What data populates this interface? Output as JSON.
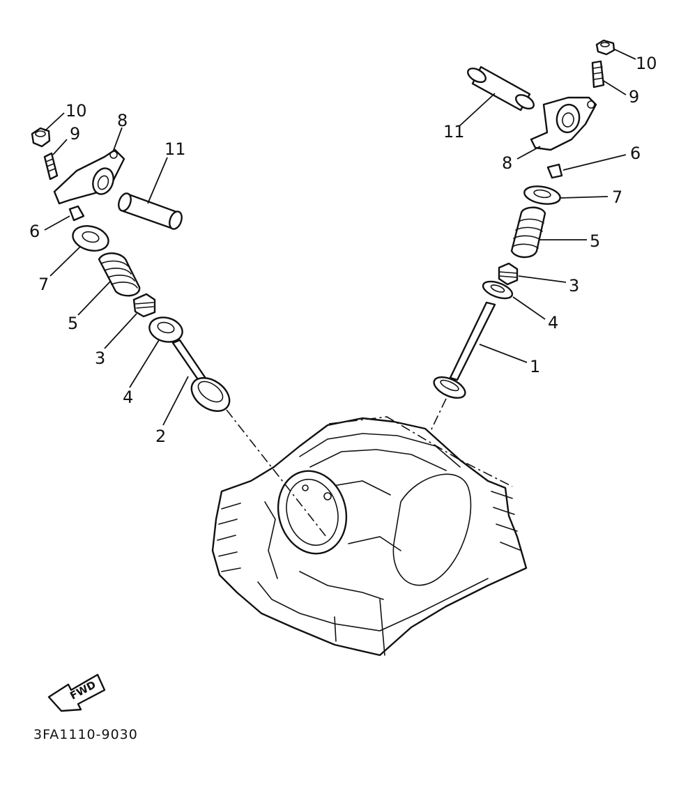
{
  "diagram": {
    "figure_code": "3FA1110-9030",
    "fwd_label": "FWD",
    "callouts": {
      "left": {
        "rocker_arm_nut": "10",
        "adjusting_screw": "9",
        "rocker_arm": "8",
        "rocker_shaft": "11",
        "cotter": "6",
        "retainer": "7",
        "spring": "5",
        "stem_seal": "3",
        "spring_seat": "4",
        "valve": "2"
      },
      "right": {
        "rocker_arm_nut": "10",
        "adjusting_screw": "9",
        "rocker_shaft": "11",
        "rocker_arm": "8",
        "cotter": "6",
        "retainer": "7",
        "spring": "5",
        "stem_seal": "3",
        "spring_seat": "4",
        "valve": "1"
      }
    }
  }
}
